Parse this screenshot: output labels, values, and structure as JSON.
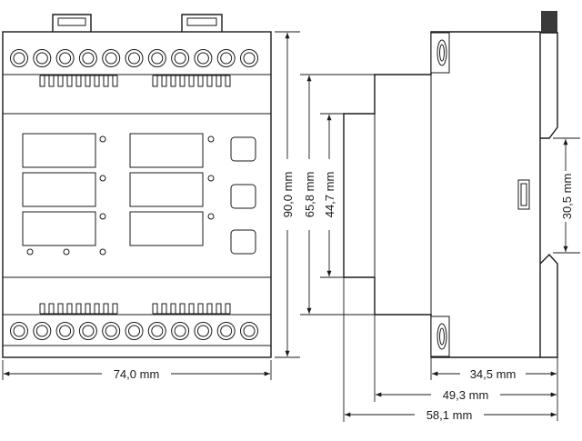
{
  "dimensions": {
    "width_front": "74,0 mm",
    "height_total": "90,0 mm",
    "height_mid": "65,8 mm",
    "height_inner": "44,7 mm",
    "rail_height": "30,5 mm",
    "depth_1": "34,5 mm",
    "depth_2": "49,3 mm",
    "depth_3": "58,1 mm"
  },
  "colors": {
    "line": "#1a1a1a",
    "background": "#ffffff",
    "terminal_block": "#3a3a3a"
  }
}
